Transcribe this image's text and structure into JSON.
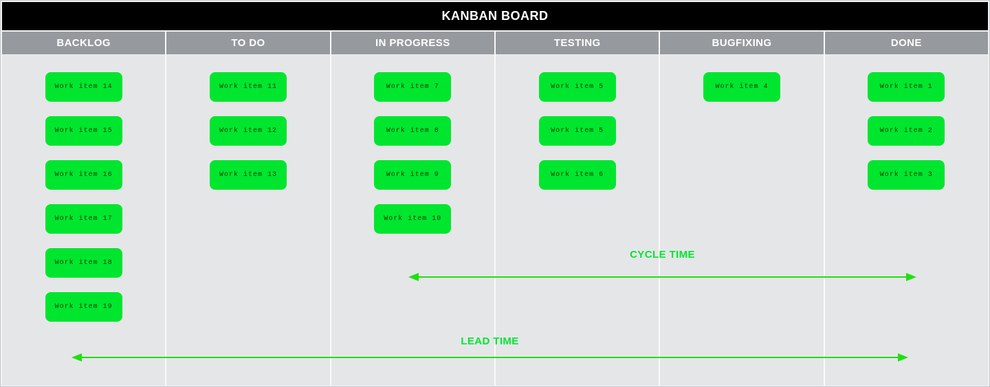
{
  "board": {
    "title": "KANBAN BOARD",
    "columns": [
      {
        "name": "BACKLOG",
        "items": [
          "Work item 14",
          "Work item 15",
          "Work item 16",
          "Work item 17",
          "Work item 18",
          "Work item 19"
        ]
      },
      {
        "name": "TO DO",
        "items": [
          "Work item 11",
          "Work item 12",
          "Work item 13"
        ]
      },
      {
        "name": "IN PROGRESS",
        "items": [
          "Work item 7",
          "Work item 8",
          "Work item 9",
          "Work item 10"
        ]
      },
      {
        "name": "TESTING",
        "items": [
          "Work item 5",
          "Work item 5",
          "Work item 6"
        ]
      },
      {
        "name": "BUGFIXING",
        "items": [
          "Work item 4"
        ]
      },
      {
        "name": "DONE",
        "items": [
          "Work item 1",
          "Work item 2",
          "Work item 3"
        ]
      }
    ]
  },
  "annotations": {
    "cycle_time_label": "CYCLE TIME",
    "lead_time_label": "LEAD TIME"
  },
  "colors": {
    "title_bg": "#000000",
    "title_text": "#ffffff",
    "header_bg": "#96999e",
    "header_text": "#ffffff",
    "body_bg": "#e5e6e8",
    "card_bg": "#00e62e",
    "card_text": "#0a3c0a",
    "accent_green": "#1fe00f"
  }
}
